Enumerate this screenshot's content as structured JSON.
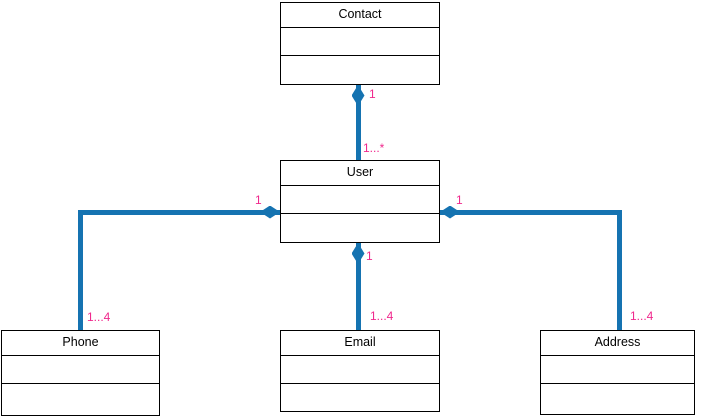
{
  "diagram": {
    "type": "uml-class-diagram",
    "classes": [
      {
        "name": "Contact"
      },
      {
        "name": "User"
      },
      {
        "name": "Phone"
      },
      {
        "name": "Email"
      },
      {
        "name": "Address"
      }
    ],
    "edges": [
      {
        "from": "Contact",
        "to": "User",
        "relation": "composition",
        "diamond_end": "Contact",
        "source_label": "1",
        "target_label": "1...*"
      },
      {
        "from": "User",
        "to": "Phone",
        "relation": "composition",
        "diamond_end": "User",
        "source_label": "1",
        "target_label": "1...4"
      },
      {
        "from": "User",
        "to": "Email",
        "relation": "composition",
        "diamond_end": "User",
        "source_label": "1",
        "target_label": "1...4"
      },
      {
        "from": "User",
        "to": "Address",
        "relation": "composition",
        "diamond_end": "User",
        "source_label": "1",
        "target_label": "1...4"
      }
    ],
    "colors": {
      "edge": "#1573B1",
      "multiplicity_label": "#F0288C",
      "box_border": "#000000",
      "box_fill": "#FFFFFF",
      "background": "#FFFFFF"
    }
  }
}
